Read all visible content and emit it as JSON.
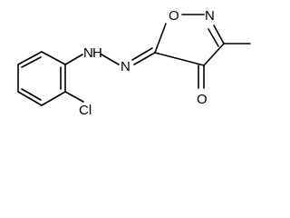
{
  "structure": {
    "atoms": {
      "O_ring": "O",
      "N_ring": "N",
      "O_carbonyl": "O",
      "N_azo1": "N",
      "N_azo2": "N",
      "H": "H",
      "Cl": "Cl"
    }
  }
}
